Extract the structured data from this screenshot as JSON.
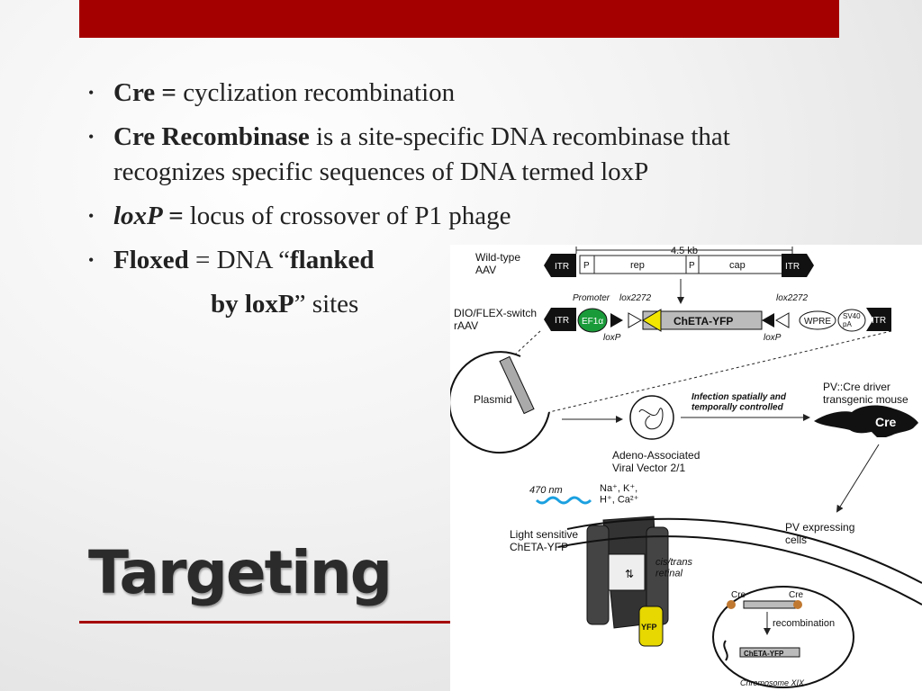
{
  "colors": {
    "accent": "#a50000",
    "title_text": "#2b2b2b",
    "body_text": "#222222"
  },
  "bullets": [
    {
      "bold": "Cre =",
      "text": " cyclization recombination"
    },
    {
      "bold": "Cre Recombinase",
      "text": " is a site-specific DNA recombinase that recognizes specific sequences of DNA termed loxP"
    },
    {
      "bold": "loxP =",
      "text": " locus of crossover of P1 phage"
    },
    {
      "bold": "Floxed",
      "text": " = DNA “",
      "bold2": "flanked",
      "line2_bold": "by loxP",
      "line2_text": "” sites"
    }
  ],
  "title": "Targeting",
  "figure": {
    "wildtype": "Wild-type\nAAV",
    "size": "4.5 kb",
    "itr": "ITR",
    "p": "P",
    "rep": "rep",
    "cap": "cap",
    "promoter": "Promoter",
    "lox2272": "lox2272",
    "dio": "DIO/FLEX-switch\nrAAV",
    "ef1a": "EF1α",
    "cheta": "ChETA-YFP",
    "loxp": "loxP",
    "wpre": "WPRE",
    "sv40": "SV40\npA",
    "plasmid": "Plasmid",
    "infection": "Infection spatially and\ntemporally controlled",
    "mouse": "PV::Cre driver\ntransgenic mouse",
    "cre": "Cre",
    "aav": "Adeno-Associated\nViral Vector 2/1",
    "nm": "470 nm",
    "ions": "Na⁺, K⁺,\nH⁺, Ca²⁺",
    "light": "Light sensitive\nChETA-YFP",
    "pv": "PV expressing\ncells",
    "retinal": "cis/trans\nretinal",
    "yfp": "YFP",
    "recomb": "recombination",
    "chromosome": "Chromosome XIX"
  }
}
